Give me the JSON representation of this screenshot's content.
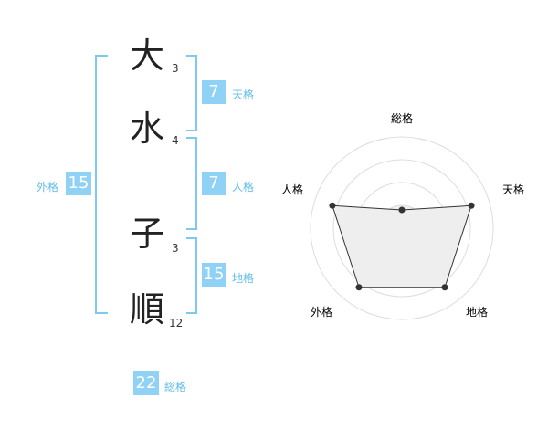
{
  "name": {
    "chars": [
      {
        "char": "大",
        "strokes": "3"
      },
      {
        "char": "水",
        "strokes": "4"
      },
      {
        "char": "子",
        "strokes": "3"
      },
      {
        "char": "順",
        "strokes": "12"
      }
    ]
  },
  "kaku": {
    "tenkaku": {
      "value": "7",
      "label": "天格"
    },
    "jinkaku": {
      "value": "7",
      "label": "人格"
    },
    "chikaku": {
      "value": "15",
      "label": "地格"
    },
    "gaikaku": {
      "value": "15",
      "label": "外格"
    },
    "soukaku": {
      "value": "22",
      "label": "総格"
    }
  },
  "colors": {
    "box_bg": "#90d1f6",
    "bracket": "#7ec9f0",
    "label": "#60bde8",
    "radar_fill": "#eeeeee",
    "radar_line": "#333333"
  },
  "radar": {
    "axes": [
      "総格",
      "天格",
      "地格",
      "外格",
      "人格"
    ],
    "levels": 4,
    "values": [
      0.25,
      1.0,
      1.0,
      1.0,
      1.0
    ]
  }
}
